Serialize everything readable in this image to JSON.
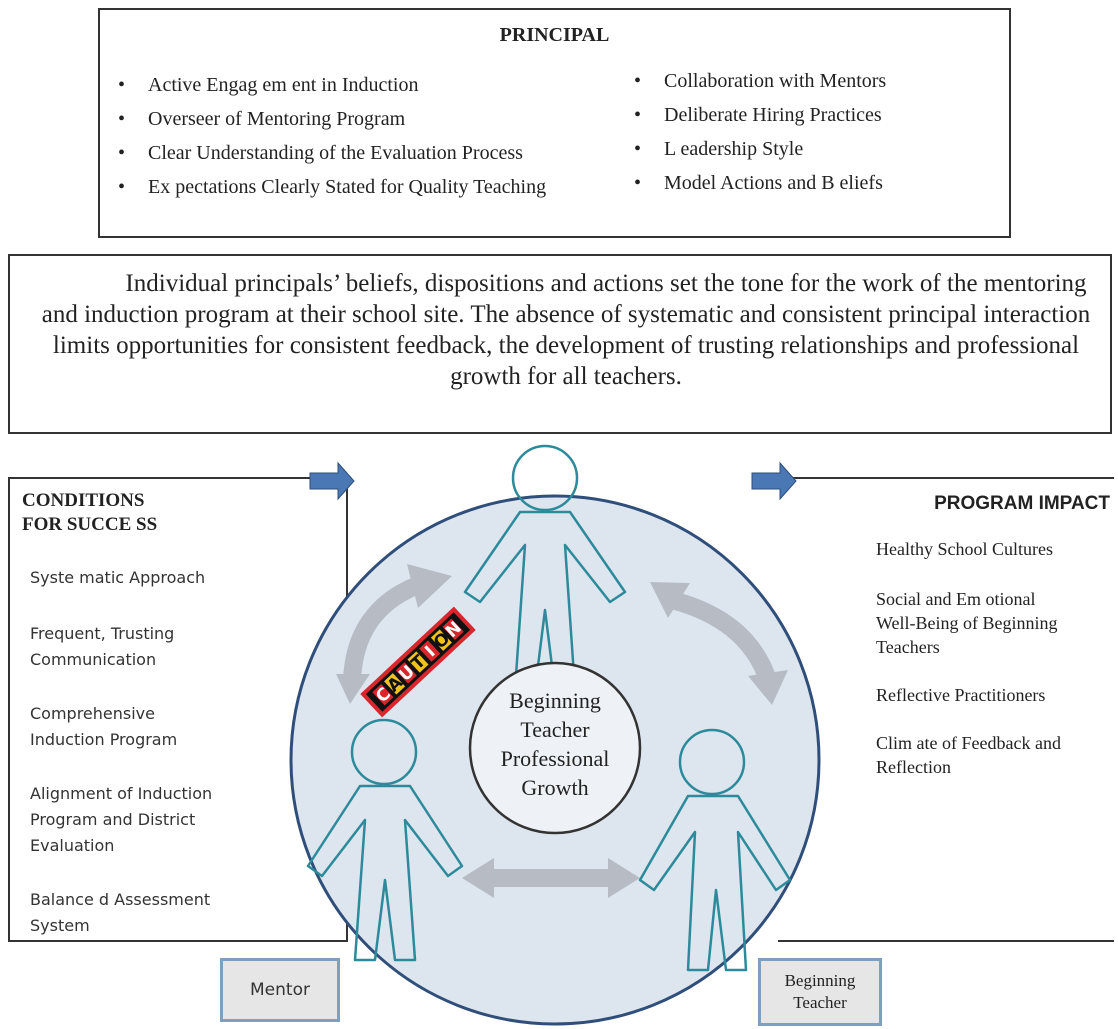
{
  "principal": {
    "title": "PRINCIPAL",
    "left_items": [
      "Active Engag em ent in Induction",
      "Overseer of Mentoring Program",
      "Clear Understanding of the Evaluation Process",
      "Ex pectations Clearly Stated for Quality Teaching"
    ],
    "right_items": [
      "Collaboration with Mentors",
      "Deliberate Hiring Practices",
      "L eadership Style",
      "Model Actions and B eliefs"
    ]
  },
  "statement": "Individual principals’ beliefs, dispositions and actions set the tone for the work of the mentoring and induction program at their school site. The absence of systematic and consistent principal interaction limits opportunities for consistent feedback, the development of trusting relationships and professional growth for all teachers.",
  "conditions": {
    "title_line1": "CONDITIONS",
    "title_line2": "FOR SUCCE SS",
    "items": [
      "Syste matic Approach",
      "Frequent, Trusting Communication",
      "Comprehensive Induction Program",
      "Alignment of Induction Program and District Evaluation",
      "Balance d Assessment System"
    ]
  },
  "impact": {
    "title": "PROGRAM IMPACT",
    "items": [
      "Healthy School Cultures",
      "Social and Em otional Well-Being of Beginning Teachers",
      "Reflective Practitioners",
      "Clim ate of Feedback and Reflection"
    ]
  },
  "center": {
    "line1": "Beginning",
    "line2": "Teacher",
    "line3": "Professional",
    "line4": "Growth"
  },
  "caution": {
    "letters": [
      "C",
      "A",
      "U",
      "T",
      "I",
      "O",
      "N"
    ]
  },
  "roles": {
    "mentor": "Mentor",
    "beginning_teacher_line1": "Beginning",
    "beginning_teacher_line2": "Teacher"
  },
  "colors": {
    "circle_fill": "#dde6ef",
    "circle_stroke": "#2f4e7a",
    "figure_stroke": "#2d8a9a",
    "arrow_gray": "#b7bcc4",
    "blue_arrow": "#4a78b5",
    "caution_yellow": "#f2c21b",
    "caution_red": "#d9262c"
  }
}
